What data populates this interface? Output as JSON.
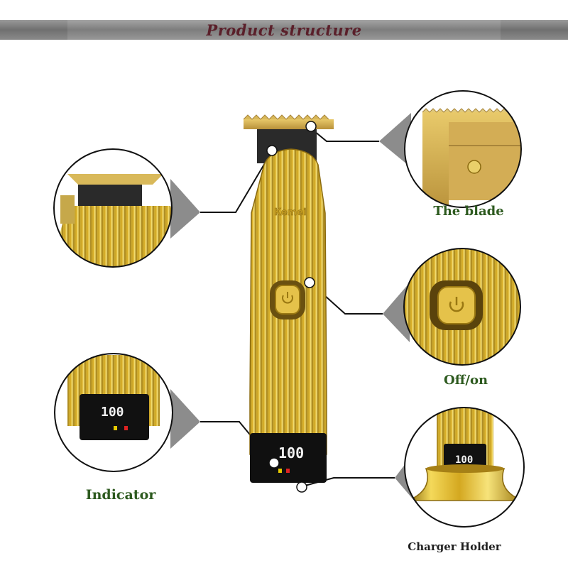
{
  "header": {
    "title": "Product structure"
  },
  "product": {
    "brand": "Kemei",
    "display_reading": "100"
  },
  "callouts": {
    "blade": {
      "label": "The blade"
    },
    "power": {
      "label": "Off/on"
    },
    "indicator": {
      "label": "Indicator"
    },
    "charger": {
      "label": "Charger Holder"
    }
  },
  "colors": {
    "gold_light": "#f4d95a",
    "gold_mid": "#d4a820",
    "gold_dark": "#8a6a10",
    "label_green": "#2d5a1f",
    "title_maroon": "#5a1f2a",
    "banner_gray": "#8a8a8a"
  }
}
